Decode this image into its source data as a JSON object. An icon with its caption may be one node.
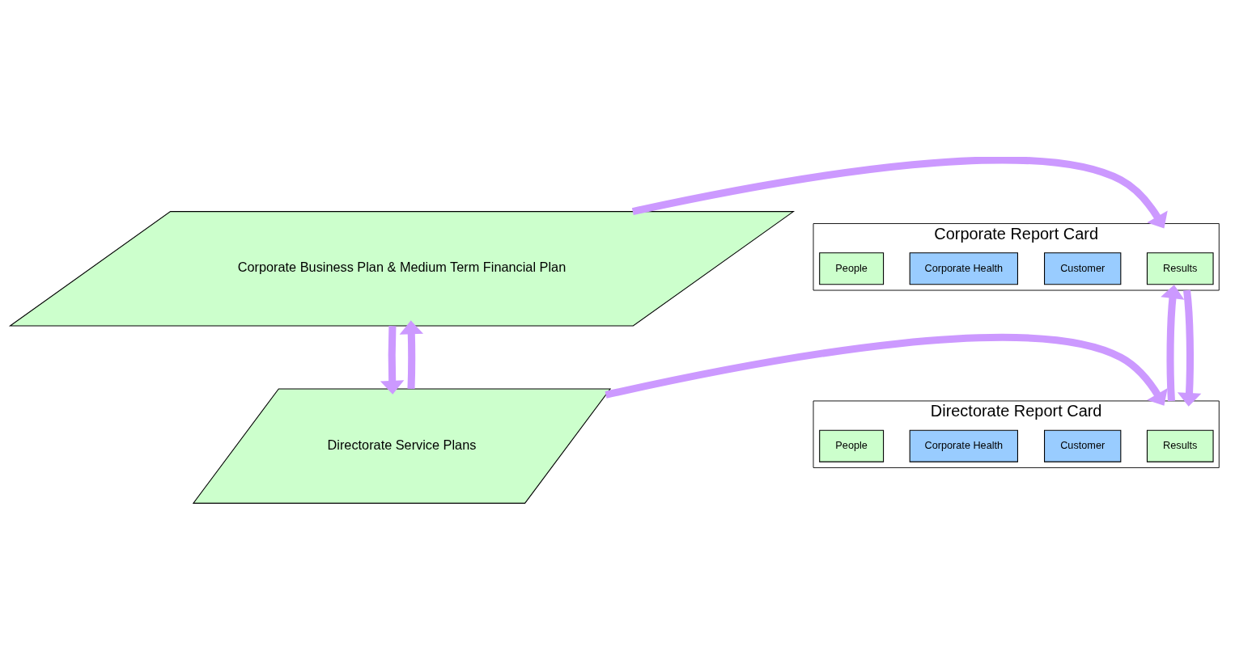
{
  "diagram": {
    "nodes": [
      {
        "text": [
          "Corporate Business Plan & Medium Term Financial Plan"
        ]
      },
      {
        "text": [
          "Corporate Report Card"
        ]
      },
      {
        "text": [
          "Results"
        ],
        "in": 1
      },
      {
        "text": [
          "Customer"
        ],
        "in": 1
      },
      {
        "text": [
          "Corporate Health"
        ],
        "in": 1
      },
      {
        "text": [
          "People"
        ],
        "in": 1
      },
      {
        "text": [
          "Directorate Service Plans"
        ]
      },
      {
        "text": [
          "Directorate Report Card"
        ]
      },
      {
        "text": [
          "Results"
        ],
        "in": 7
      },
      {
        "text": [
          "Customer"
        ],
        "in": 7
      },
      {
        "text": [
          "Corporate Health"
        ],
        "in": 7
      },
      {
        "text": [
          "People"
        ],
        "in": 7
      }
    ],
    "edges": [
      {
        "from": 0,
        "to": 1,
        "arrow": "to"
      },
      {
        "from": 0,
        "to": 6,
        "arrow": "to"
      },
      {
        "from": 6,
        "to": 0,
        "arrow": "to"
      },
      {
        "from": 6,
        "to": 7,
        "arrow": "to"
      },
      {
        "from": 1,
        "to": 7,
        "arrow": "to"
      },
      {
        "from": 7,
        "to": 1,
        "arrow": "to"
      }
    ]
  }
}
